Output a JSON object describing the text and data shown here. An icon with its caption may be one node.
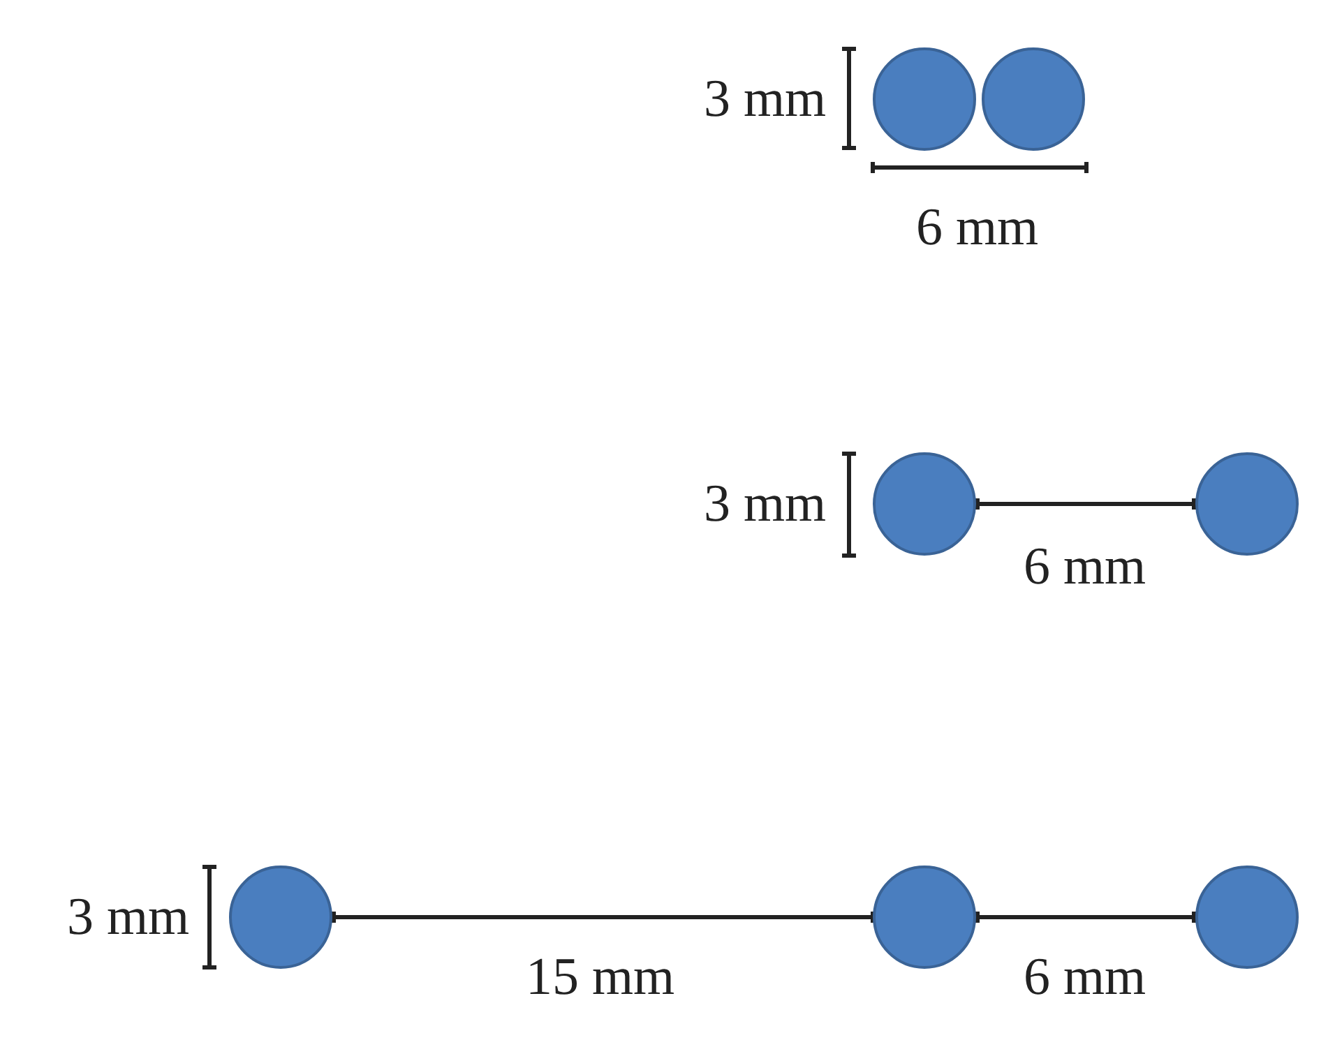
{
  "diagram": {
    "nodes": [
      {
        "text": [],
        "shape": "circle"
      },
      {
        "text": [],
        "shape": "circle"
      },
      {
        "text": [],
        "shape": "circle"
      },
      {
        "text": [],
        "shape": "circle"
      },
      {
        "text": [],
        "shape": "circle"
      },
      {
        "text": [],
        "shape": "circle"
      },
      {
        "text": [],
        "shape": "circle"
      }
    ],
    "edges": [],
    "labels": [
      "3 mm",
      "6 mm",
      "3 mm",
      "6 mm",
      "3 mm",
      "15 mm",
      "6 mm"
    ]
  }
}
